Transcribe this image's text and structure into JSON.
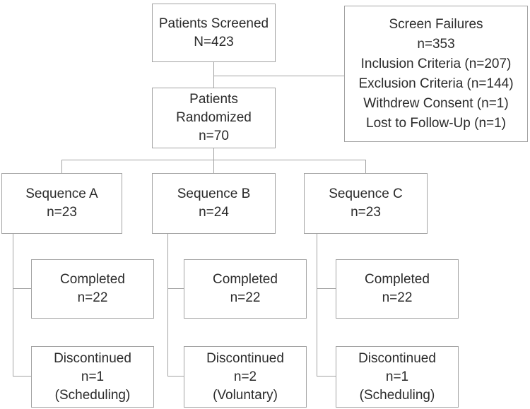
{
  "colors": {
    "bg": "#ffffff",
    "border": "#a3a3a3",
    "line": "#a3a3a3",
    "text": "#2b2b2b"
  },
  "boxes": {
    "screened": {
      "lines": [
        "Patients Screened",
        "N=423"
      ]
    },
    "screen_failures": {
      "lines": [
        "Screen Failures",
        "n=353",
        "Inclusion Criteria (n=207)",
        "Exclusion Criteria (n=144)",
        "Withdrew Consent (n=1)",
        "Lost to Follow-Up (n=1)"
      ]
    },
    "randomized": {
      "lines": [
        "Patients",
        "Randomized",
        "n=70"
      ]
    },
    "sequence_a": {
      "lines": [
        "Sequence A",
        "n=23"
      ]
    },
    "sequence_b": {
      "lines": [
        "Sequence B",
        "n=24"
      ]
    },
    "sequence_c": {
      "lines": [
        "Sequence C",
        "n=23"
      ]
    },
    "completed_a": {
      "lines": [
        "Completed",
        "n=22"
      ]
    },
    "completed_b": {
      "lines": [
        "Completed",
        "n=22"
      ]
    },
    "completed_c": {
      "lines": [
        "Completed",
        "n=22"
      ]
    },
    "discontinued_a": {
      "lines": [
        "Discontinued",
        "n=1",
        "(Scheduling)"
      ]
    },
    "discontinued_b": {
      "lines": [
        "Discontinued",
        "n=2",
        "(Voluntary)"
      ]
    },
    "discontinued_c": {
      "lines": [
        "Discontinued",
        "n=1",
        "(Scheduling)"
      ]
    }
  }
}
